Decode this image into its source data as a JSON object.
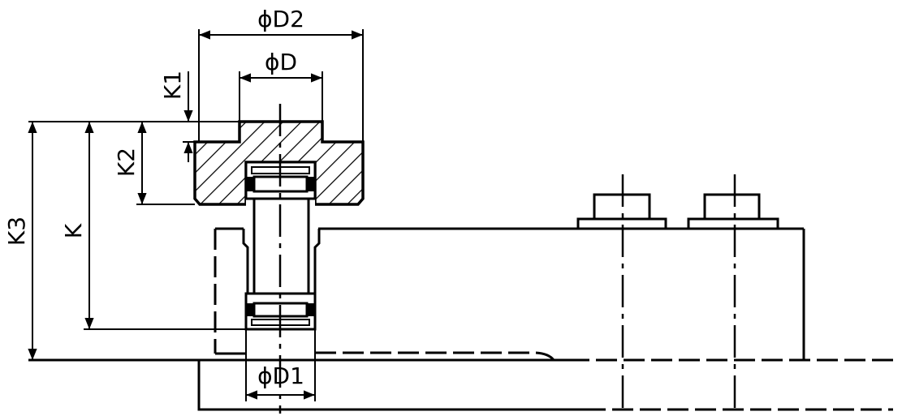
{
  "dimensions": {
    "phi_d2": "ϕD2",
    "phi_d": "ϕD",
    "phi_d1": "ϕD1",
    "k1": "K1",
    "k2": "K2",
    "k": "K",
    "k3": "K3"
  }
}
